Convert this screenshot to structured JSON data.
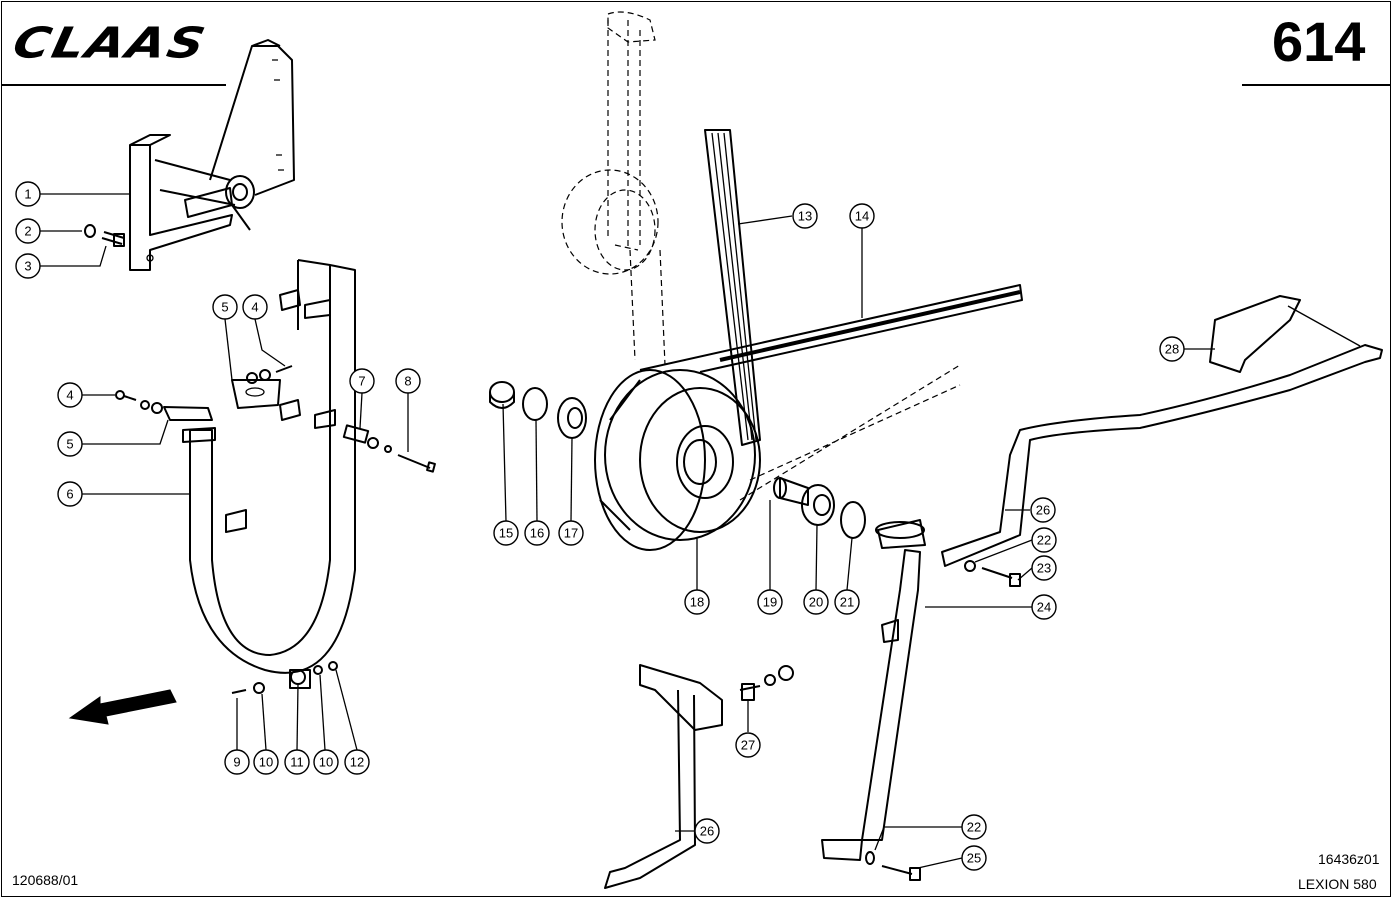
{
  "header": {
    "logo": "CLAAS",
    "page_number": "614"
  },
  "footer": {
    "drawing_id": "120688/01",
    "figure_code": "16436z01",
    "model": "LEXION 580"
  },
  "callouts": [
    {
      "label": "1"
    },
    {
      "label": "2"
    },
    {
      "label": "3"
    },
    {
      "label": "5"
    },
    {
      "label": "4"
    },
    {
      "label": "4"
    },
    {
      "label": "5"
    },
    {
      "label": "6"
    },
    {
      "label": "7"
    },
    {
      "label": "8"
    },
    {
      "label": "9"
    },
    {
      "label": "10"
    },
    {
      "label": "11"
    },
    {
      "label": "10"
    },
    {
      "label": "12"
    },
    {
      "label": "13"
    },
    {
      "label": "14"
    },
    {
      "label": "15"
    },
    {
      "label": "16"
    },
    {
      "label": "17"
    },
    {
      "label": "18"
    },
    {
      "label": "19"
    },
    {
      "label": "20"
    },
    {
      "label": "21"
    },
    {
      "label": "28"
    },
    {
      "label": "26"
    },
    {
      "label": "22"
    },
    {
      "label": "23"
    },
    {
      "label": "24"
    },
    {
      "label": "27"
    },
    {
      "label": "26"
    },
    {
      "label": "22"
    },
    {
      "label": "25"
    }
  ]
}
